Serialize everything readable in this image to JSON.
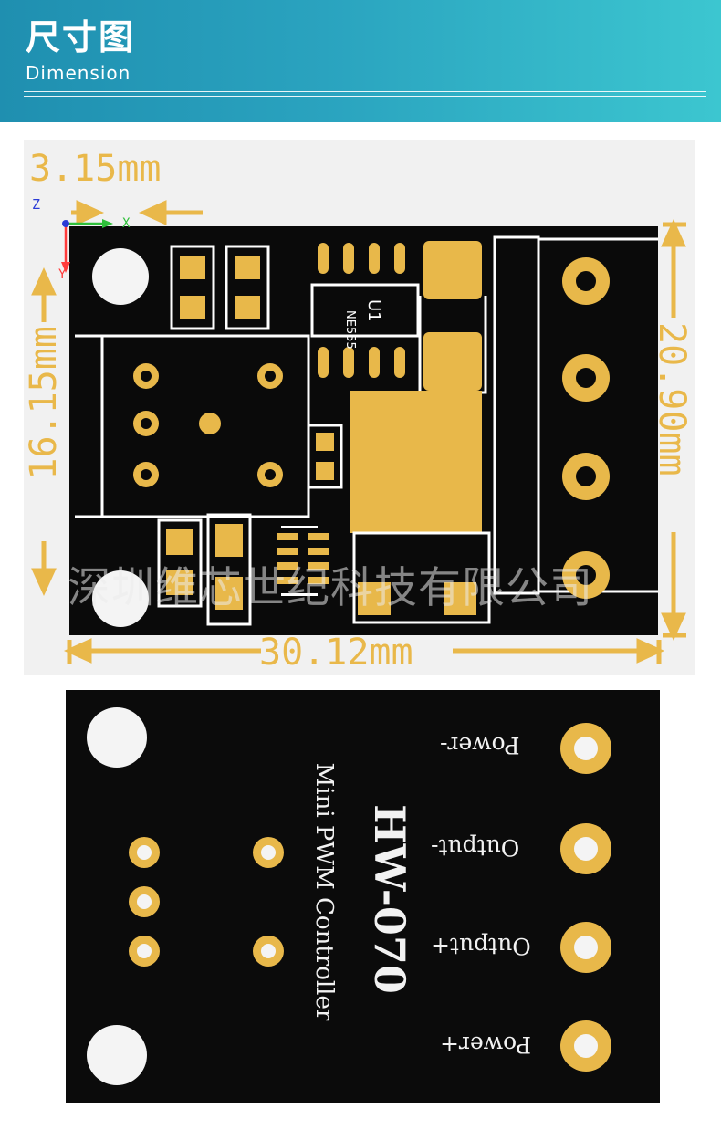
{
  "header": {
    "title_cn": "尺寸图",
    "title_en": "Dimension"
  },
  "dimensions": {
    "width": "30.12mm",
    "height": "20.90mm",
    "hole_offset_x": "3.15mm",
    "hole_offset_y": "16.15mm"
  },
  "axes": {
    "z": "Z",
    "y": "Y",
    "x": "X"
  },
  "component": {
    "ref": "U1",
    "part": "NE555"
  },
  "watermark": "深圳维芯世纪科技有限公司",
  "board_back": {
    "model": "HW-070",
    "subtitle": "Mini PWM Controller",
    "pins": [
      "Power-",
      "Output-",
      "Output+",
      "Power+"
    ]
  },
  "colors": {
    "header_start": "#1f8fb0",
    "header_end": "#3cc6d0",
    "pad_gold": "#e8b84a",
    "pcb_black": "#0a0a0a",
    "dimension_text": "#e9b84a",
    "silkscreen": "#f2f2f2"
  }
}
